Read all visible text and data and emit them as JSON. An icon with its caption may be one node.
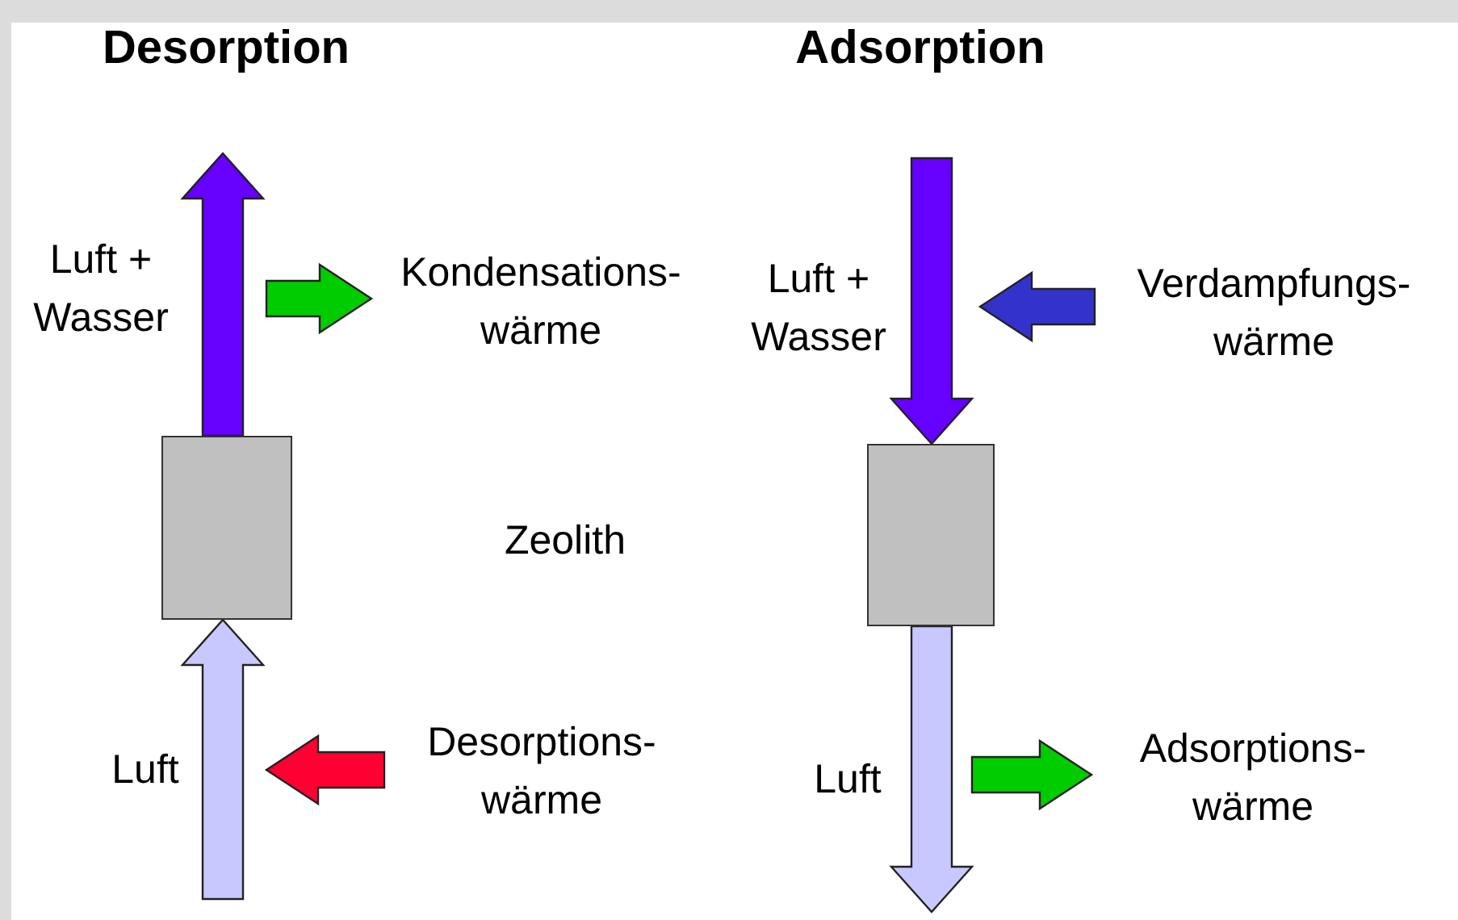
{
  "diagram": {
    "nodes": [
      {
        "text": [],
        "shape": "box"
      },
      {
        "text": [
          "Kondensations- wärme"
        ]
      },
      {
        "text": [
          "Desorptions- wärme"
        ]
      },
      {
        "text": [],
        "shape": "box"
      },
      {
        "text": [
          "Verdampfungs- wärme"
        ]
      },
      {
        "text": [
          "Adsorptions- wärme"
        ]
      }
    ],
    "edges": [
      {
        "from": null,
        "to": 0,
        "arrow": "to",
        "color": "#c8c8ff"
      },
      {
        "from": 0,
        "to": null,
        "arrow": "to",
        "color": "#6600ff"
      },
      {
        "from": null,
        "to": 1,
        "arrow": "to",
        "color": "#00cc00"
      },
      {
        "from": 2,
        "to": null,
        "arrow": "to",
        "color": "#ff0033"
      },
      {
        "from": null,
        "to": 3,
        "arrow": "to",
        "color": "#6600ff"
      },
      {
        "from": 4,
        "to": null,
        "arrow": "to",
        "color": "#3333cc"
      },
      {
        "from": 3,
        "to": null,
        "arrow": "to",
        "color": "#c8c8ff"
      },
      {
        "from": null,
        "to": 5,
        "arrow": "to",
        "color": "#00cc00"
      }
    ],
    "labels": [
      "Desorption",
      "Adsorption",
      "Luft + Wasser",
      "Luft + Wasser",
      "Zeolith",
      "Luft",
      "Luft"
    ]
  }
}
